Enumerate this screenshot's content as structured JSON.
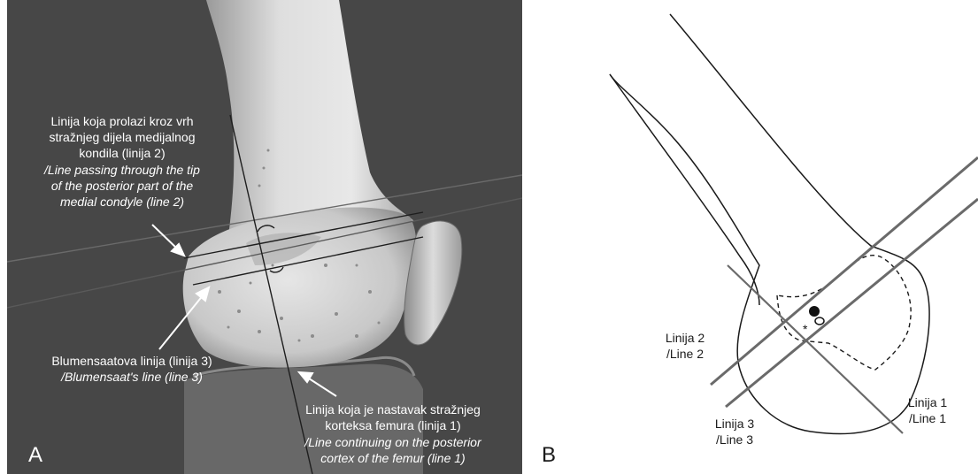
{
  "panel_a": {
    "label": "A",
    "background_color": "#474747",
    "annotation_line2": {
      "croatian": [
        "Linija koja prolazi kroz vrh",
        "stražnjeg dijela medijalnog",
        "kondila (linija 2)"
      ],
      "english": [
        "/Line passing through the tip",
        "of the posterior part of the",
        "medial condyle (line 2)"
      ]
    },
    "annotation_line3": {
      "croatian": [
        "Blumensaatova linija (linija 3)"
      ],
      "english": [
        "/Blumensaat's line (line 3)"
      ]
    },
    "annotation_line1": {
      "croatian": [
        "Linija koja je nastavak stražnjeg",
        "korteksa femura (linija 1)"
      ],
      "english": [
        "/Line continuing on the posterior",
        "cortex of the femur (line 1)"
      ]
    }
  },
  "panel_b": {
    "label": "B",
    "labels": {
      "line2": [
        "Linija 2",
        "/Line 2"
      ],
      "line3": [
        "Linija 3",
        "/Line 3"
      ],
      "line1": [
        "Linija 1",
        "/Line 1"
      ]
    },
    "marker_symbol": "*"
  }
}
